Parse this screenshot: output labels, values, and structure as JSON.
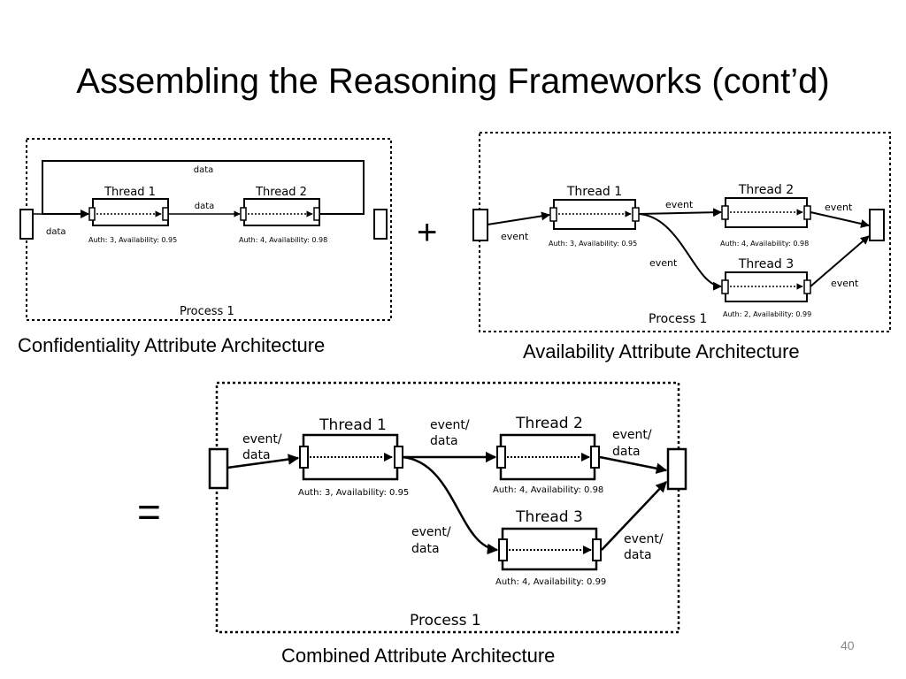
{
  "slide": {
    "title": "Assembling the Reasoning Frameworks (cont’d)",
    "page_number": "40",
    "plus": "+",
    "equals": "="
  },
  "confidentiality": {
    "caption": "Confidentiality Attribute Architecture",
    "process_label": "Process 1",
    "thread1": "Thread 1",
    "thread2": "Thread 2",
    "thread1_attrs": "Auth: 3, Availability: 0.95",
    "thread2_attrs": "Auth: 4, Availability: 0.98",
    "label_in": "data",
    "label_mid": "data",
    "label_loop": "data"
  },
  "availability": {
    "caption": "Availability Attribute Architecture",
    "process_label": "Process 1",
    "thread1": "Thread 1",
    "thread2": "Thread 2",
    "thread3": "Thread 3",
    "thread1_attrs": "Auth: 3, Availability: 0.95",
    "thread2_attrs": "Auth: 4, Availability: 0.98",
    "thread3_attrs": "Auth: 2, Availability: 0.99",
    "label_in": "event",
    "label_t1_t2": "event",
    "label_t1_t3": "event",
    "label_t2_out": "event",
    "label_t3_out": "event"
  },
  "combined": {
    "caption": "Combined Attribute Architecture",
    "process_label": "Process 1",
    "thread1": "Thread 1",
    "thread2": "Thread 2",
    "thread3": "Thread 3",
    "thread1_attrs": "Auth: 3, Availability: 0.95",
    "thread2_attrs": "Auth: 4, Availability: 0.98",
    "thread3_attrs": "Auth: 4, Availability: 0.99",
    "label_in": [
      "event/",
      "data"
    ],
    "label_t1_t2": [
      "event/",
      "data"
    ],
    "label_t1_t3": [
      "event/",
      "data"
    ],
    "label_t2_out": [
      "event/",
      "data"
    ],
    "label_t3_out": [
      "event/",
      "data"
    ]
  }
}
